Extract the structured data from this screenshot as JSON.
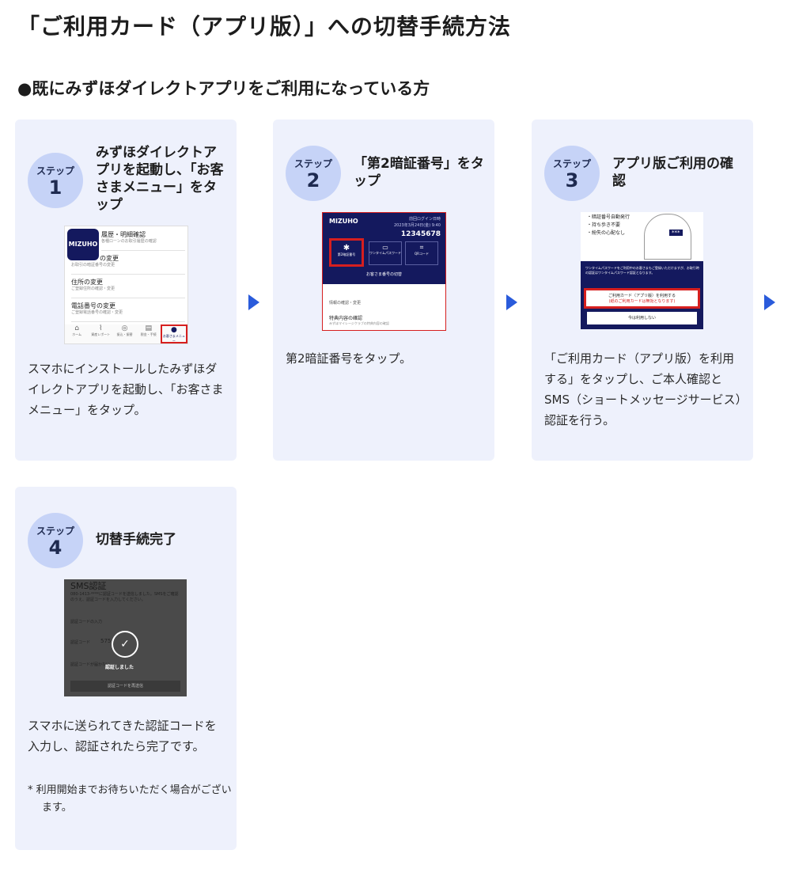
{
  "page": {
    "title": "「ご利用カード（アプリ版）」への切替手続方法",
    "section_heading": "●既にみずほダイレクトアプリをご利用になっている方"
  },
  "steps": [
    {
      "label": "ステップ",
      "number": "1",
      "title": "みずほダイレクトアプリを起動し、「お客さまメニュー」をタップ",
      "description": "スマホにインストールしたみずほダイレクトアプリを起動し、「お客さまメニュー」をタップ。",
      "screenshot": {
        "logo": "MIZUHO",
        "rows": [
          {
            "title": "履歴・明細確認",
            "sub": "各種ローンのお取引履歴の確認"
          },
          {
            "title": "の変更",
            "sub": "お取引の暗証番号の変更"
          },
          {
            "title": "住所の変更",
            "sub": "ご登録住所の確認・変更"
          },
          {
            "title": "電話番号の変更",
            "sub": "ご登録電話番号の確認・変更"
          }
        ],
        "tabs": [
          "ホーム",
          "資産レポート",
          "振込・振替",
          "税金・手続",
          "お客さまメニュー"
        ]
      }
    },
    {
      "label": "ステップ",
      "number": "2",
      "title": "「第2暗証番号」をタップ",
      "description": "第2暗証番号をタップ。",
      "screenshot": {
        "logo": "MIZUHO",
        "last_login_label": "前回ログイン日時",
        "last_login": "2023年3月24日(金) 9:40",
        "number": "12345678",
        "buttons": [
          "第2暗証番号",
          "ワンタイムパスワード",
          "QRコード"
        ],
        "switch_label": "お客さま番号の切替",
        "section": "情報の確認・変更",
        "item_title": "特典内容の確認",
        "item_sub": "みずほマイレージクラブの特典内容の確認"
      }
    },
    {
      "label": "ステップ",
      "number": "3",
      "title": "アプリ版ご利用の確認",
      "description": "「ご利用カード（アプリ版）を利用する」をタップし、ご本人確認とSMS（ショートメッセージサービス）認証を行う。",
      "screenshot": {
        "bullets": [
          "・暗証番号自動発行",
          "・持ち歩き不要",
          "・紛失の心配なし"
        ],
        "pin_mask": "***",
        "notice": "ワンタイムパスワードをご利用中のお客さまもご登録いただけますが、お取引時の認証はワンタイムパスワード認証となります。",
        "primary_button": "ご利用カード（アプリ版）を利用する",
        "primary_sub": "(紙のご利用カードは無効となります)",
        "secondary_button": "今は利用しない"
      }
    },
    {
      "label": "ステップ",
      "number": "4",
      "title": "切替手続完了",
      "description": "スマホに送られてきた認証コードを入力し、認証されたら完了です。",
      "note": "* 利用開始までお待ちいただく場合がございます。",
      "screenshot": {
        "heading": "SMS認証",
        "text": "080-1413-****に認証コードを送信しました。SMSをご確認のうえ、認証コードを入力してください。",
        "field_label": "認証コードの入力",
        "code_label": "認証コード",
        "code_value": "575",
        "retry": "認証コードが届かない",
        "done": "認証しました",
        "resend": "認証コードを再送信"
      }
    }
  ],
  "colors": {
    "card_bg": "#eef1fc",
    "badge_bg": "#c6d3f7",
    "arrow": "#2a5bdb",
    "app_navy": "#14195e",
    "highlight_red": "#d61f1f"
  }
}
